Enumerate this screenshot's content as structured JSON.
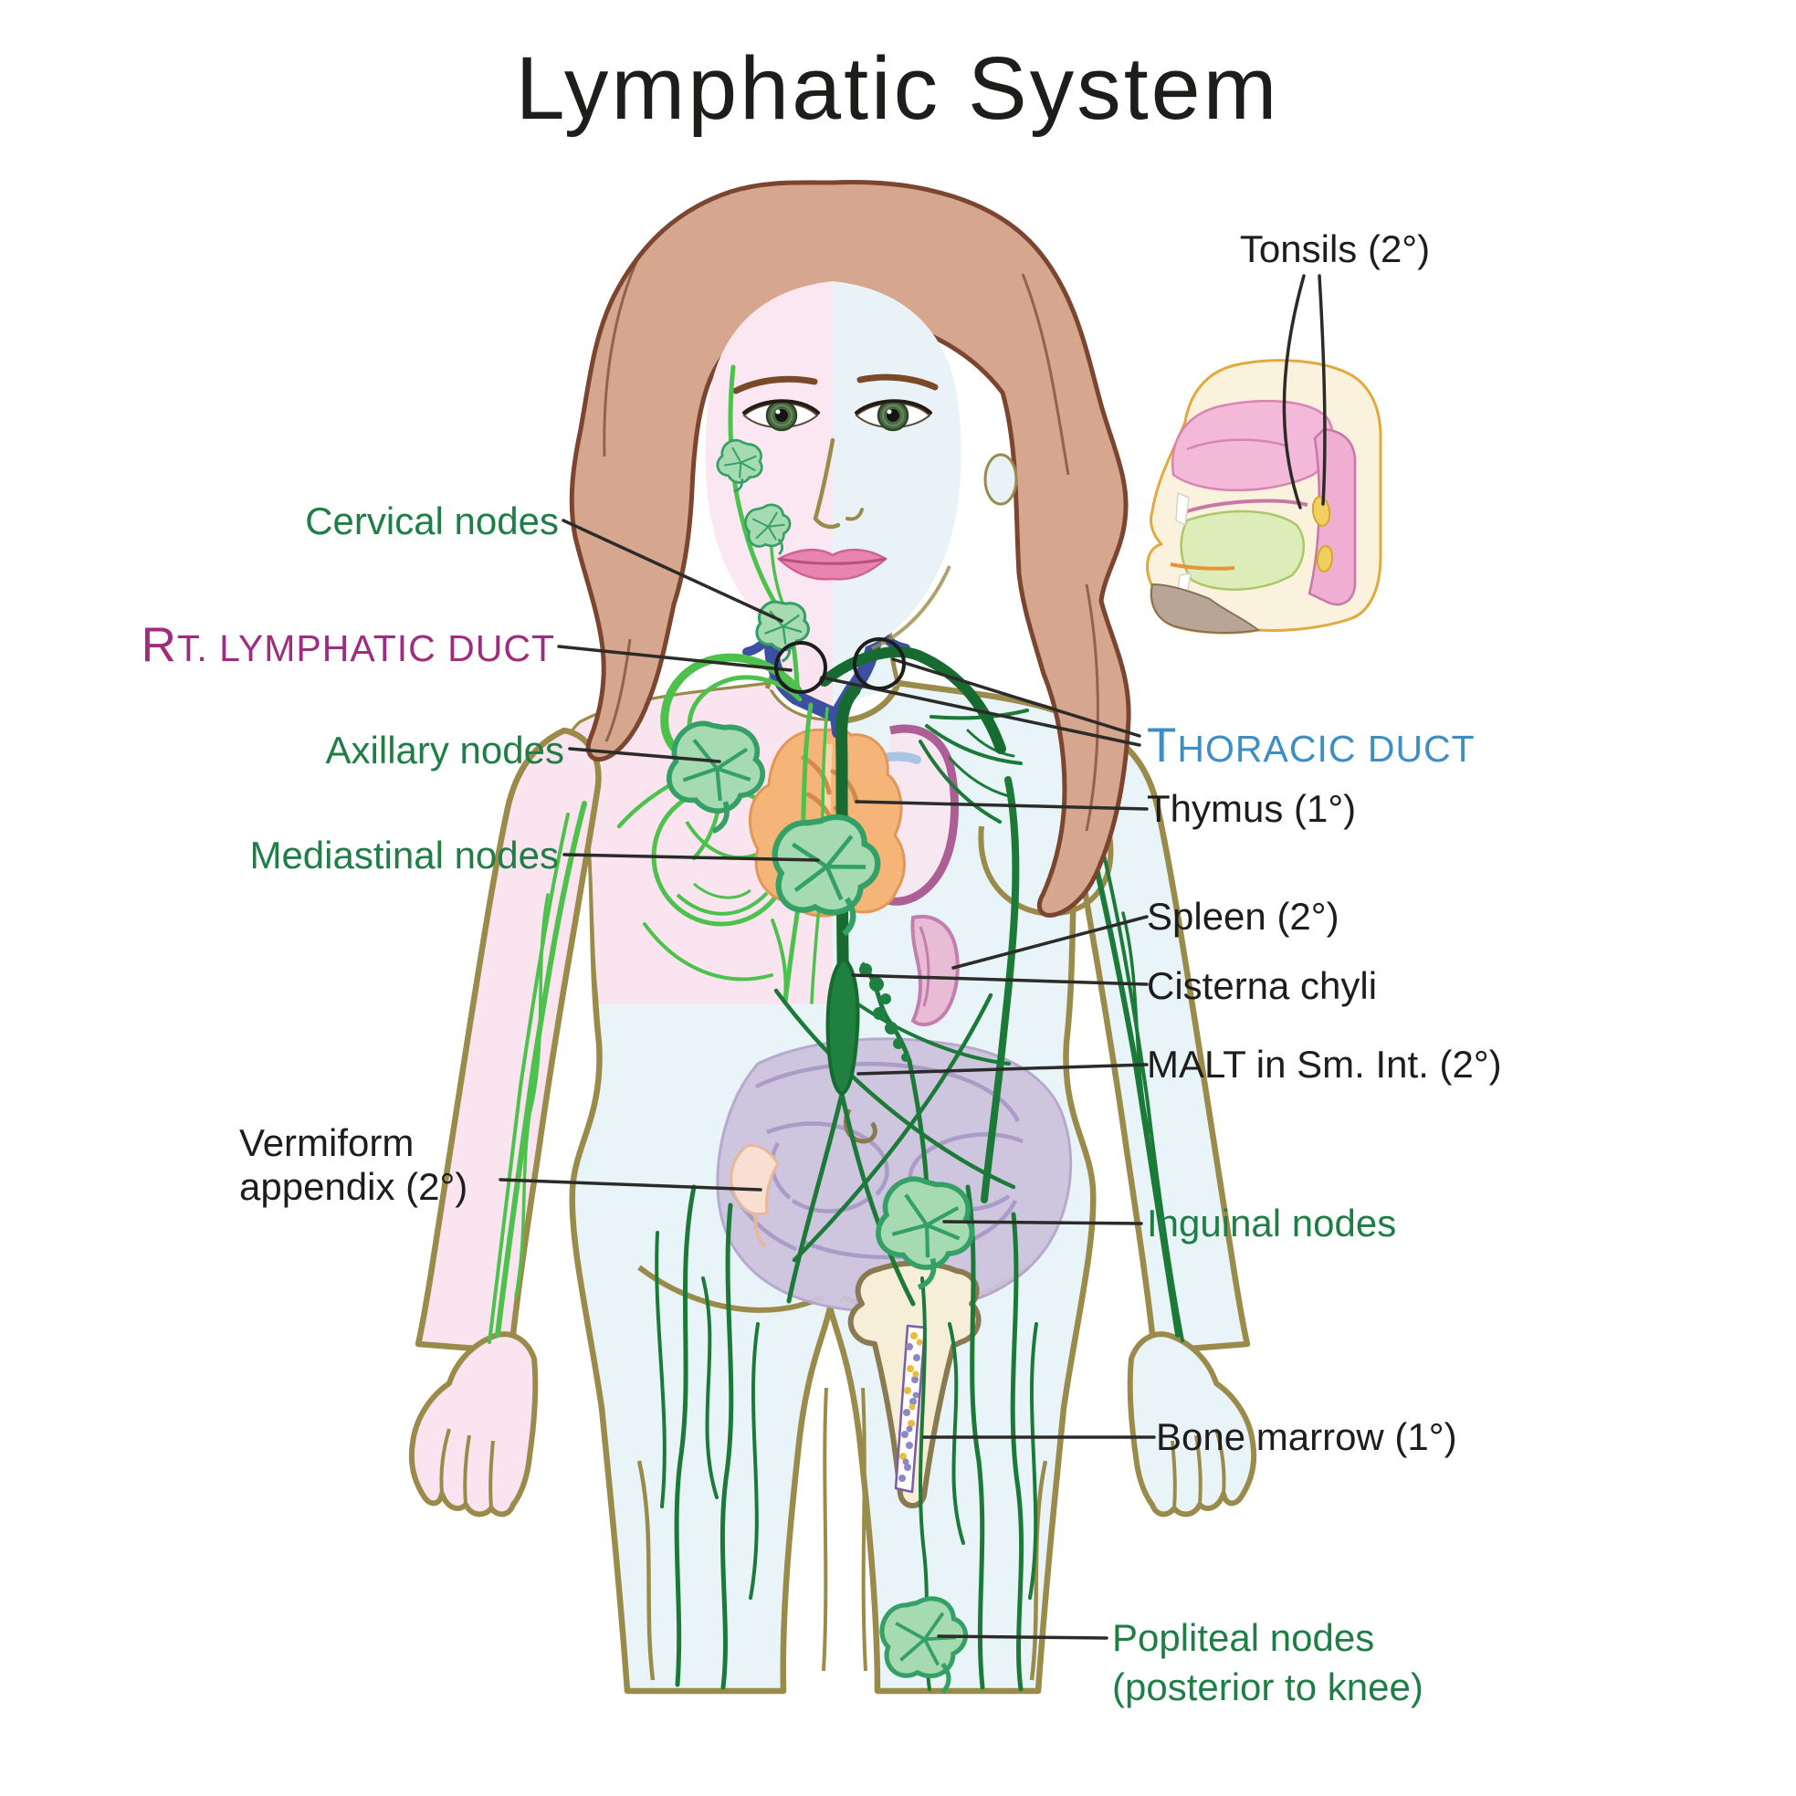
{
  "header": {
    "title": "Lymphatic System",
    "color": "#1d1d1b"
  },
  "labels": {
    "cervical": {
      "text": "Cervical nodes",
      "color": "#1f7d46"
    },
    "rt_duct": {
      "initial": "R",
      "rest": "T. LYMPHATIC DUCT",
      "color": "#9e2d80"
    },
    "axillary": {
      "text": "Axillary nodes",
      "color": "#1f7d46"
    },
    "mediastinal": {
      "text": "Mediastinal nodes",
      "color": "#1f7d46"
    },
    "vermiform": {
      "line1": "Vermiform",
      "line2": "appendix (2°)",
      "color": "#1d1d1b"
    },
    "tonsils": {
      "text": "Tonsils (2°)",
      "color": "#1d1d1b"
    },
    "thoracic": {
      "initial": "T",
      "rest": "HORACIC DUCT",
      "color": "#3e8ec6"
    },
    "thymus": {
      "text": "Thymus (1°)",
      "color": "#1d1d1b"
    },
    "spleen": {
      "text": "Spleen (2°)",
      "color": "#1d1d1b"
    },
    "cisterna": {
      "text": "Cisterna chyli",
      "color": "#1d1d1b"
    },
    "malt": {
      "text": "MALT in Sm. Int. (2°)",
      "color": "#1d1d1b"
    },
    "inguinal": {
      "text": "Inguinal nodes",
      "color": "#1f7d46"
    },
    "bone_marrow": {
      "text": "Bone marrow (1°)",
      "color": "#1d1d1b"
    },
    "popliteal": {
      "line1": "Popliteal nodes",
      "line2": "(posterior to knee)",
      "color": "#1f7d46"
    }
  },
  "palette": {
    "label_green": "#1f7d46",
    "label_black": "#1d1d1b",
    "label_magenta": "#9e2d80",
    "label_blue": "#3e8ec6",
    "body_pink": "#f9e4f0",
    "body_blue": "#e9f4f8",
    "outline_khaki": "#9b8b4b",
    "hair_fill": "#d7a68e",
    "hair_outline": "#7b4530",
    "vessel_light_green": "#4cc24c",
    "vessel_dark_green": "#1c7a38",
    "node_fill": "#a6dbb2",
    "node_stroke": "#35a065",
    "vein_blue": "#3c4fa0",
    "thymus_orange": "#f5b578",
    "heart_mauve": "#ad5f95",
    "spleen_pink": "#e9bcd6",
    "intestine_lavender": "#cdc3de",
    "bone_cream": "#f6eed6",
    "marrow_yellow": "#e8bc3c",
    "marrow_purple": "#8d87c2",
    "leader_line": "#2b2b28"
  }
}
